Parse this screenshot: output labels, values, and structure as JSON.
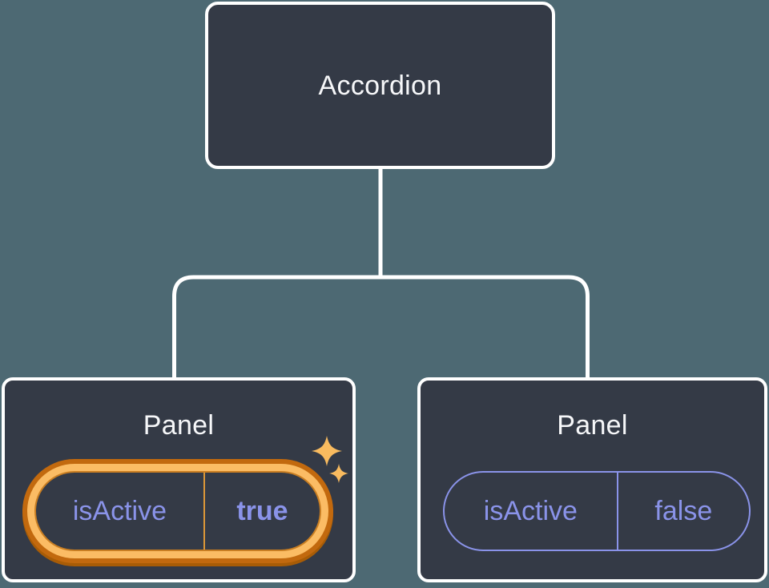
{
  "colors": {
    "background": "#4D6973",
    "node_fill": "#343A46",
    "node_border": "#FFFFFF",
    "title_text": "#F6F7F9",
    "state_text": "#8A93E9",
    "state_border": "#8A93E9",
    "highlight_gold": "#FBBC64",
    "highlight_orange": "#C2690E",
    "highlight_orange_dark": "#A85C06",
    "highlight_inner": "#C97E22",
    "divider_gold": "#DD9838",
    "sparkle_gold": "#F9BB5F",
    "connector": "#FFFFFF"
  },
  "tree": {
    "root": {
      "label": "Accordion"
    },
    "children": [
      {
        "label": "Panel",
        "state": {
          "key": "isActive",
          "value": "true"
        },
        "highlighted": true
      },
      {
        "label": "Panel",
        "state": {
          "key": "isActive",
          "value": "false"
        },
        "highlighted": false
      }
    ]
  },
  "icons": {
    "sparkles": "four-point-sparkles"
  }
}
